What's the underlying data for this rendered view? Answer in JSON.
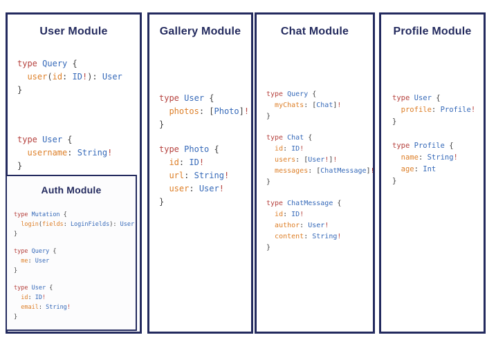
{
  "colors": {
    "border": "#232a5e",
    "title": "#232a5e",
    "keyword": "#b5413d",
    "type": "#3468b8",
    "field": "#dd7e26",
    "punct": "#3c3c3c",
    "authBg": "#fcfcfd"
  },
  "panels": [
    {
      "id": "user",
      "title": "User Module",
      "blocks": [
        [
          [
            [
              "k",
              "type"
            ],
            [
              "p",
              " "
            ],
            [
              "t",
              "Query"
            ],
            [
              "p",
              " {"
            ]
          ],
          [
            [
              "p",
              "  "
            ],
            [
              "f",
              "user"
            ],
            [
              "p",
              "("
            ],
            [
              "f",
              "id"
            ],
            [
              "p",
              ": "
            ],
            [
              "t",
              "ID"
            ],
            [
              "k",
              "!"
            ],
            [
              "p",
              "): "
            ],
            [
              "t",
              "User"
            ]
          ],
          [
            [
              "p",
              "}"
            ]
          ]
        ],
        [
          [
            [
              "k",
              "type"
            ],
            [
              "p",
              " "
            ],
            [
              "t",
              "User"
            ],
            [
              "p",
              " {"
            ]
          ],
          [
            [
              "p",
              "  "
            ],
            [
              "f",
              "username"
            ],
            [
              "p",
              ": "
            ],
            [
              "t",
              "String"
            ],
            [
              "k",
              "!"
            ]
          ],
          [
            [
              "p",
              "}"
            ]
          ]
        ]
      ]
    },
    {
      "id": "gallery",
      "title": "Gallery Module",
      "blocks": [
        [
          [
            [
              "k",
              "type"
            ],
            [
              "p",
              " "
            ],
            [
              "t",
              "User"
            ],
            [
              "p",
              " {"
            ]
          ],
          [
            [
              "p",
              "  "
            ],
            [
              "f",
              "photos"
            ],
            [
              "p",
              ": ["
            ],
            [
              "t",
              "Photo"
            ],
            [
              "p",
              "]"
            ],
            [
              "k",
              "!"
            ]
          ],
          [
            [
              "p",
              "}"
            ]
          ]
        ],
        [
          [
            [
              "k",
              "type"
            ],
            [
              "p",
              " "
            ],
            [
              "t",
              "Photo"
            ],
            [
              "p",
              " {"
            ]
          ],
          [
            [
              "p",
              "  "
            ],
            [
              "f",
              "id"
            ],
            [
              "p",
              ": "
            ],
            [
              "t",
              "ID"
            ],
            [
              "k",
              "!"
            ]
          ],
          [
            [
              "p",
              "  "
            ],
            [
              "f",
              "url"
            ],
            [
              "p",
              ": "
            ],
            [
              "t",
              "String"
            ],
            [
              "k",
              "!"
            ]
          ],
          [
            [
              "p",
              "  "
            ],
            [
              "f",
              "user"
            ],
            [
              "p",
              ": "
            ],
            [
              "t",
              "User"
            ],
            [
              "k",
              "!"
            ]
          ],
          [
            [
              "p",
              "}"
            ]
          ]
        ]
      ]
    },
    {
      "id": "chat",
      "title": "Chat Module",
      "blocks": [
        [
          [
            [
              "k",
              "type"
            ],
            [
              "p",
              " "
            ],
            [
              "t",
              "Query"
            ],
            [
              "p",
              " {"
            ]
          ],
          [
            [
              "p",
              "  "
            ],
            [
              "f",
              "myChats"
            ],
            [
              "p",
              ": ["
            ],
            [
              "t",
              "Chat"
            ],
            [
              "p",
              "]"
            ],
            [
              "k",
              "!"
            ]
          ],
          [
            [
              "p",
              "}"
            ]
          ]
        ],
        [
          [
            [
              "k",
              "type"
            ],
            [
              "p",
              " "
            ],
            [
              "t",
              "Chat"
            ],
            [
              "p",
              " {"
            ]
          ],
          [
            [
              "p",
              "  "
            ],
            [
              "f",
              "id"
            ],
            [
              "p",
              ": "
            ],
            [
              "t",
              "ID"
            ],
            [
              "k",
              "!"
            ]
          ],
          [
            [
              "p",
              "  "
            ],
            [
              "f",
              "users"
            ],
            [
              "p",
              ": ["
            ],
            [
              "t",
              "User"
            ],
            [
              "k",
              "!"
            ],
            [
              "p",
              "]"
            ],
            [
              "k",
              "!"
            ]
          ],
          [
            [
              "p",
              "  "
            ],
            [
              "f",
              "messages"
            ],
            [
              "p",
              ": ["
            ],
            [
              "t",
              "ChatMessage"
            ],
            [
              "p",
              "]"
            ],
            [
              "k",
              "!"
            ]
          ],
          [
            [
              "p",
              "}"
            ]
          ]
        ],
        [
          [
            [
              "k",
              "type"
            ],
            [
              "p",
              " "
            ],
            [
              "t",
              "ChatMessage"
            ],
            [
              "p",
              " {"
            ]
          ],
          [
            [
              "p",
              "  "
            ],
            [
              "f",
              "id"
            ],
            [
              "p",
              ": "
            ],
            [
              "t",
              "ID"
            ],
            [
              "k",
              "!"
            ]
          ],
          [
            [
              "p",
              "  "
            ],
            [
              "f",
              "author"
            ],
            [
              "p",
              ": "
            ],
            [
              "t",
              "User"
            ],
            [
              "k",
              "!"
            ]
          ],
          [
            [
              "p",
              "  "
            ],
            [
              "f",
              "content"
            ],
            [
              "p",
              ": "
            ],
            [
              "t",
              "String"
            ],
            [
              "k",
              "!"
            ]
          ],
          [
            [
              "p",
              "}"
            ]
          ]
        ]
      ]
    },
    {
      "id": "profile",
      "title": "Profile Module",
      "blocks": [
        [
          [
            [
              "k",
              "type"
            ],
            [
              "p",
              " "
            ],
            [
              "t",
              "User"
            ],
            [
              "p",
              " {"
            ]
          ],
          [
            [
              "p",
              "  "
            ],
            [
              "f",
              "profile"
            ],
            [
              "p",
              ": "
            ],
            [
              "t",
              "Profile"
            ],
            [
              "k",
              "!"
            ]
          ],
          [
            [
              "p",
              "}"
            ]
          ]
        ],
        [
          [
            [
              "k",
              "type"
            ],
            [
              "p",
              " "
            ],
            [
              "t",
              "Profile"
            ],
            [
              "p",
              " {"
            ]
          ],
          [
            [
              "p",
              "  "
            ],
            [
              "f",
              "name"
            ],
            [
              "p",
              ": "
            ],
            [
              "t",
              "String"
            ],
            [
              "k",
              "!"
            ]
          ],
          [
            [
              "p",
              "  "
            ],
            [
              "f",
              "age"
            ],
            [
              "p",
              ": "
            ],
            [
              "t",
              "Int"
            ]
          ],
          [
            [
              "p",
              "}"
            ]
          ]
        ]
      ]
    }
  ],
  "auth": {
    "title": "Auth Module",
    "blocks": [
      [
        [
          [
            "k",
            "type"
          ],
          [
            "p",
            " "
          ],
          [
            "t",
            "Mutation"
          ],
          [
            "p",
            " {"
          ]
        ],
        [
          [
            "p",
            "  "
          ],
          [
            "f",
            "login"
          ],
          [
            "p",
            "("
          ],
          [
            "f",
            "fields"
          ],
          [
            "p",
            ": "
          ],
          [
            "t",
            "LoginFields"
          ],
          [
            "p",
            "): "
          ],
          [
            "t",
            "User"
          ]
        ],
        [
          [
            "p",
            "}"
          ]
        ]
      ],
      [
        [
          [
            "k",
            "type"
          ],
          [
            "p",
            " "
          ],
          [
            "t",
            "Query"
          ],
          [
            "p",
            " {"
          ]
        ],
        [
          [
            "p",
            "  "
          ],
          [
            "f",
            "me"
          ],
          [
            "p",
            ": "
          ],
          [
            "t",
            "User"
          ]
        ],
        [
          [
            "p",
            "}"
          ]
        ]
      ],
      [
        [
          [
            "k",
            "type"
          ],
          [
            "p",
            " "
          ],
          [
            "t",
            "User"
          ],
          [
            "p",
            " {"
          ]
        ],
        [
          [
            "p",
            "  "
          ],
          [
            "f",
            "id"
          ],
          [
            "p",
            ": "
          ],
          [
            "t",
            "ID"
          ],
          [
            "k",
            "!"
          ]
        ],
        [
          [
            "p",
            "  "
          ],
          [
            "f",
            "email"
          ],
          [
            "p",
            ": "
          ],
          [
            "t",
            "String"
          ],
          [
            "k",
            "!"
          ]
        ],
        [
          [
            "p",
            "}"
          ]
        ]
      ]
    ]
  }
}
